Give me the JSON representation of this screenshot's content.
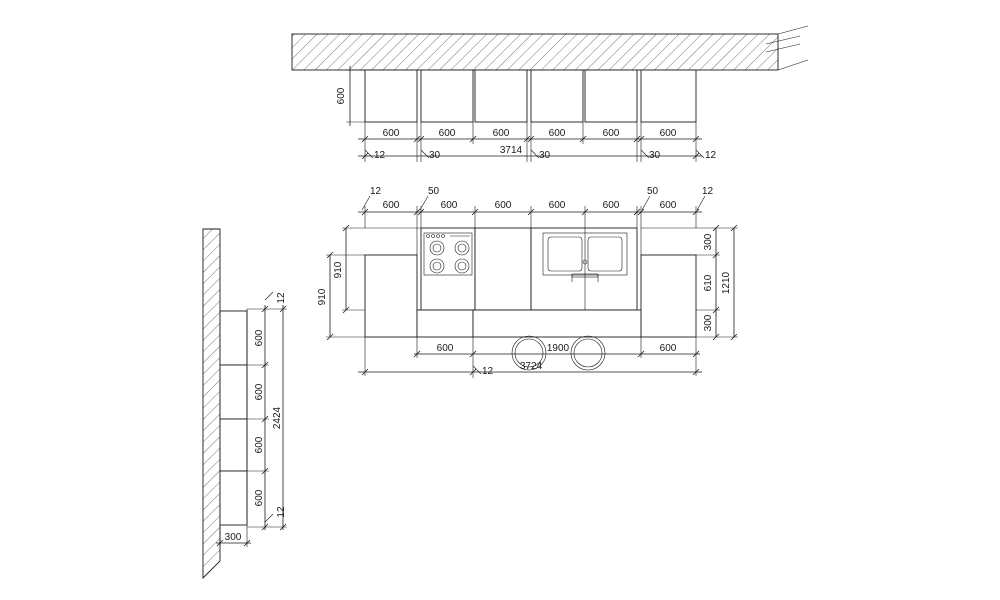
{
  "colors": {
    "line": "#1a1a1a",
    "background": "#ffffff"
  },
  "wall_elevation": {
    "height_label": "600",
    "module_labels": [
      "600",
      "600",
      "600",
      "600",
      "600",
      "600"
    ],
    "end_gap_left": "12",
    "end_gap_right": "12",
    "joint_gaps": [
      "30",
      "30",
      "30"
    ],
    "overall": "3714"
  },
  "plan": {
    "top_labels": [
      "12",
      "50",
      "50",
      "12"
    ],
    "top_modules": [
      "600",
      "600",
      "600",
      "600",
      "600",
      "600"
    ],
    "left_dims": [
      "910",
      "910"
    ],
    "right_dims": [
      "300",
      "610",
      "300",
      "1210"
    ],
    "bottom_labels": [
      "600",
      "1900",
      "600"
    ],
    "bottom_gap": "12",
    "overall": "3724"
  },
  "side_section": {
    "gap_top": "12",
    "modules": [
      "600",
      "600",
      "600",
      "600"
    ],
    "overall": "2424",
    "gap_bottom": "12",
    "depth": "300"
  }
}
